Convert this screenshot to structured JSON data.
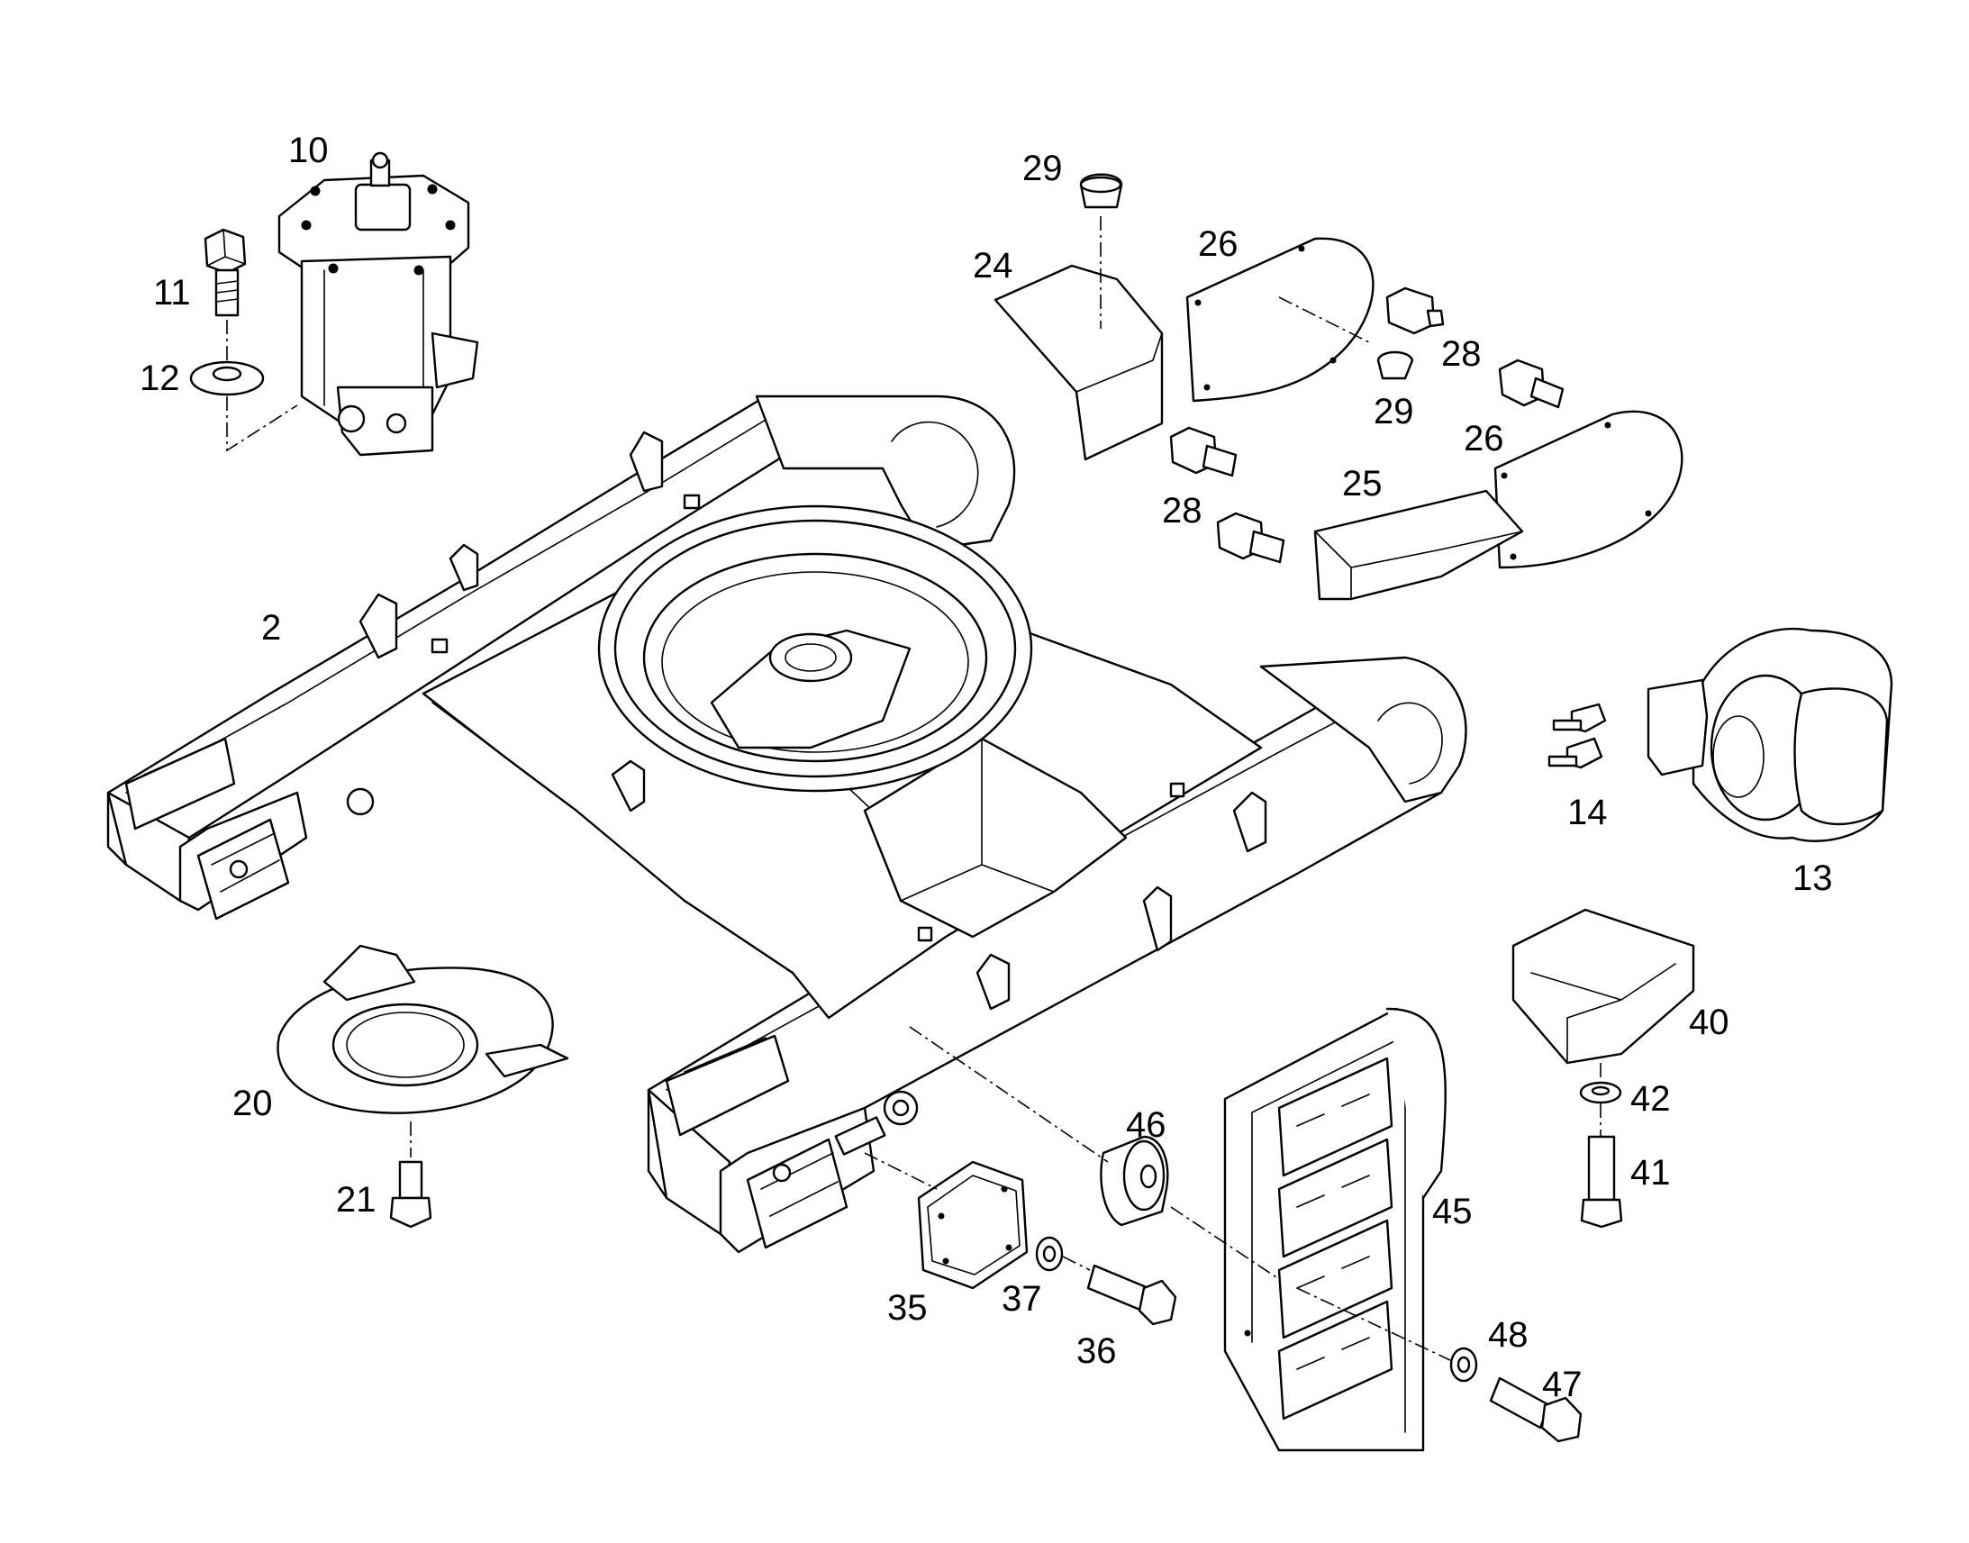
{
  "colors": {
    "line": "#000000",
    "background": "#ffffff"
  },
  "callouts": [
    {
      "id": "c10",
      "label": "10"
    },
    {
      "id": "c11",
      "label": "11"
    },
    {
      "id": "c12",
      "label": "12"
    },
    {
      "id": "c2",
      "label": "2"
    },
    {
      "id": "c29a",
      "label": "29"
    },
    {
      "id": "c24",
      "label": "24"
    },
    {
      "id": "c26a",
      "label": "26"
    },
    {
      "id": "c28a",
      "label": "28"
    },
    {
      "id": "c29b",
      "label": "29"
    },
    {
      "id": "c26b",
      "label": "26"
    },
    {
      "id": "c28b",
      "label": "28"
    },
    {
      "id": "c25",
      "label": "25"
    },
    {
      "id": "c28c",
      "label": "28"
    },
    {
      "id": "c14",
      "label": "14"
    },
    {
      "id": "c13",
      "label": "13"
    },
    {
      "id": "c40",
      "label": "40"
    },
    {
      "id": "c42",
      "label": "42"
    },
    {
      "id": "c41",
      "label": "41"
    },
    {
      "id": "c20",
      "label": "20"
    },
    {
      "id": "c21",
      "label": "21"
    },
    {
      "id": "c46",
      "label": "46"
    },
    {
      "id": "c45",
      "label": "45"
    },
    {
      "id": "c35",
      "label": "35"
    },
    {
      "id": "c37",
      "label": "37"
    },
    {
      "id": "c36",
      "label": "36"
    },
    {
      "id": "c48",
      "label": "48"
    },
    {
      "id": "c47",
      "label": "47"
    }
  ]
}
